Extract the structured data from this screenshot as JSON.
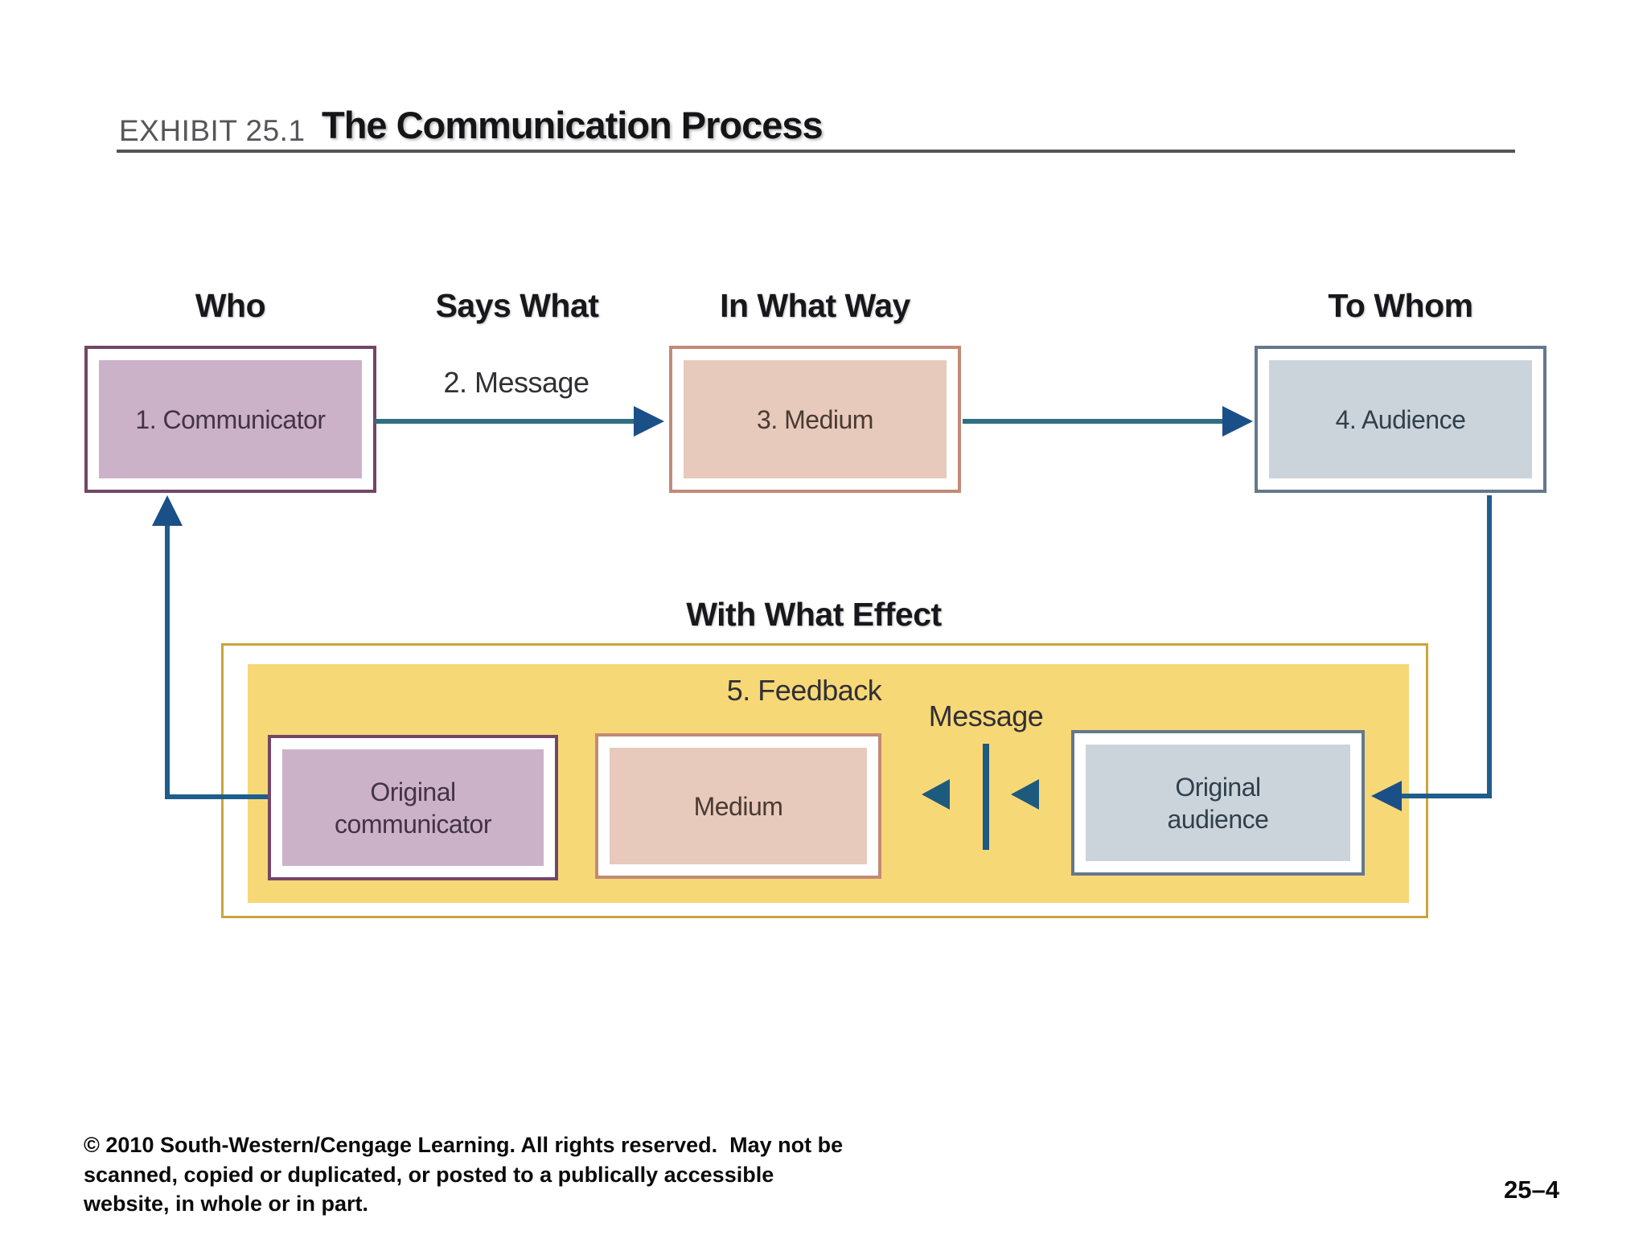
{
  "slide": {
    "exhibit_label": "EXHIBIT 25.1",
    "title": "The Communication Process",
    "copyright": "© 2010 South-Western/Cengage Learning. All rights reserved.  May not be\nscanned, copied or duplicated, or posted to a publically accessible\nwebsite, in whole or in part.",
    "page_number": "25–4"
  },
  "diagram": {
    "column_labels": {
      "who": "Who",
      "says_what": "Says What",
      "in_what_way": "In What Way",
      "to_whom": "To Whom"
    },
    "effect_label": "With What Effect",
    "flow_labels": {
      "message_top": "2. Message",
      "feedback": "5. Feedback",
      "message_bottom": "Message"
    },
    "boxes": {
      "communicator": {
        "label": "1. Communicator"
      },
      "medium": {
        "label": "3. Medium"
      },
      "audience": {
        "label": "4. Audience"
      },
      "original_communicator": {
        "line1": "Original",
        "line2": "communicator"
      },
      "original_medium": {
        "label": "Medium"
      },
      "original_audience": {
        "line1": "Original",
        "line2": "audience"
      }
    },
    "colors": {
      "purple_border": "#734668",
      "purple_fill": "#cbb2c9",
      "peach_border": "#c28a77",
      "peach_fill": "#e7cabb",
      "blue_border": "#64788a",
      "blue_fill": "#ccd4db",
      "yellow_fill": "#f7d877",
      "yellow_border": "#c9a53a",
      "arrow_line": "#2e7080",
      "arrow_head": "#1b4f88",
      "loop_line": "#1f5e8c",
      "divider_bar": "#1d5b7e"
    }
  }
}
